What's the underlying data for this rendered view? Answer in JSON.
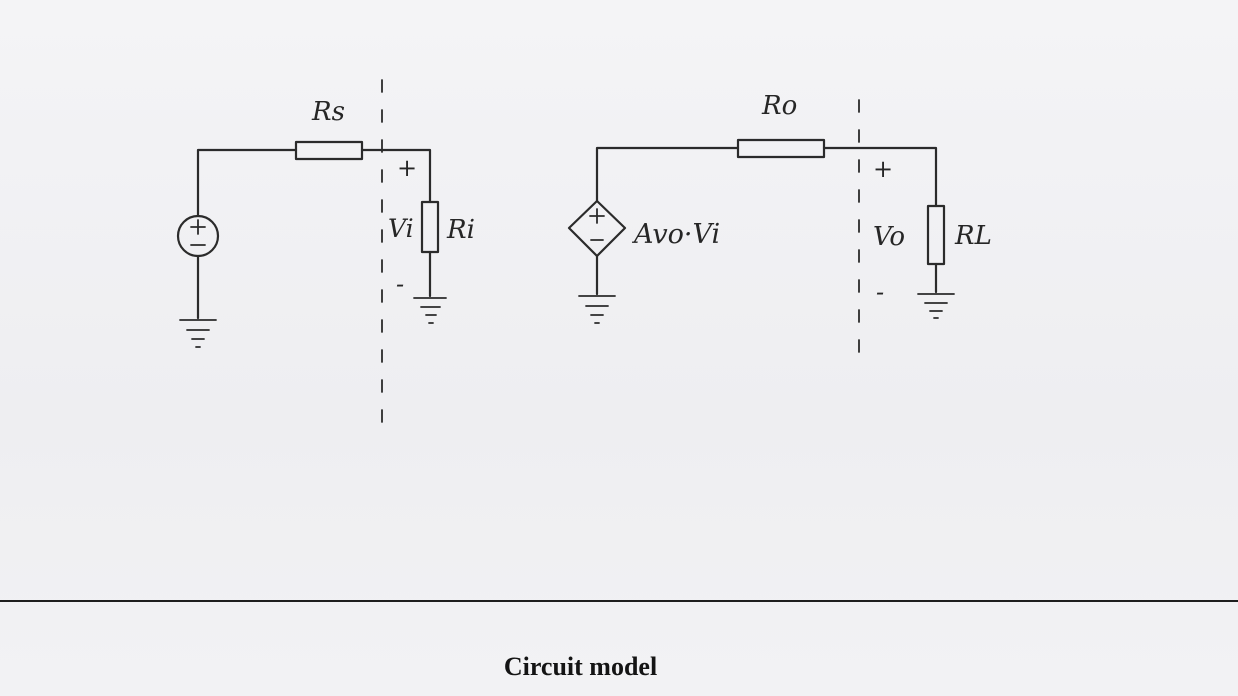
{
  "diagram": {
    "labels": {
      "source_resistor": "Rs",
      "input_voltage": "Vi",
      "input_resistor": "Ri",
      "output_resistor": "Ro",
      "dependent_source": "Avo·Vi",
      "output_voltage": "Vo",
      "load_resistor": "RL",
      "plus_sign": "+",
      "minus_sign": "-"
    }
  },
  "caption": "Circuit model"
}
